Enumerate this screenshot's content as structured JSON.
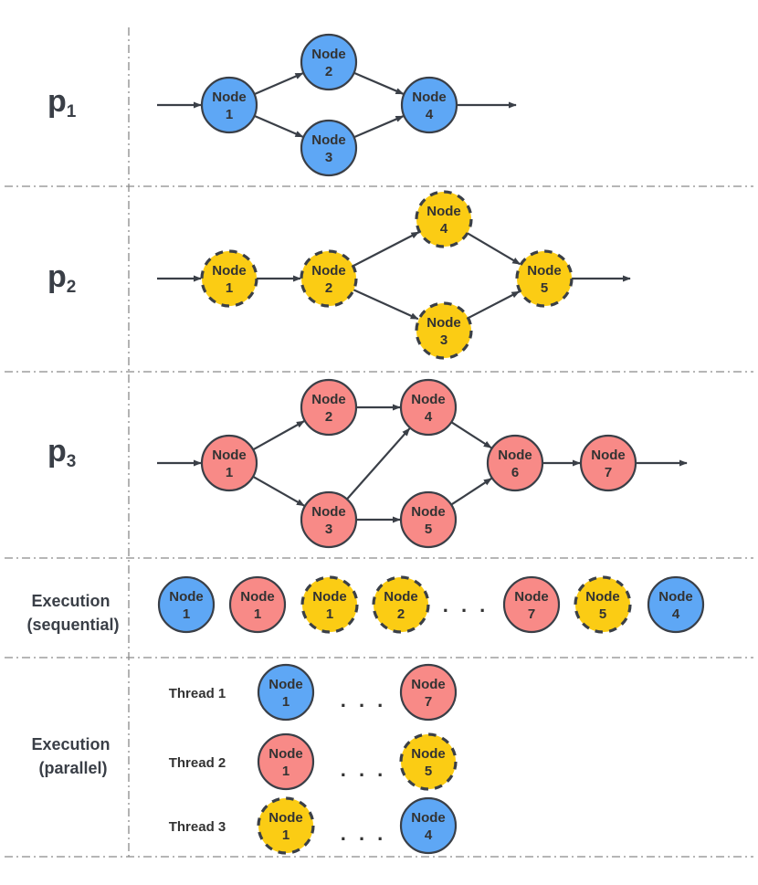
{
  "node_word": "Node",
  "colors": {
    "p1": "#5ea7f5",
    "p2": "#fbcc14",
    "p3": "#f88a87",
    "outline": "#3a3f47",
    "edge": "#3a3f47",
    "separator": "#8a8a8a"
  },
  "labels": {
    "p1": {
      "base": "p",
      "sub": "1"
    },
    "p2": {
      "base": "p",
      "sub": "2"
    },
    "p3": {
      "base": "p",
      "sub": "3"
    },
    "exec_seq": [
      "Execution",
      "(sequential)"
    ],
    "exec_par": [
      "Execution",
      "(parallel)"
    ]
  },
  "graphs": {
    "p1": {
      "nodes": [
        {
          "id": "1"
        },
        {
          "id": "2"
        },
        {
          "id": "3"
        },
        {
          "id": "4"
        }
      ],
      "edges": [
        [
          "1",
          "2"
        ],
        [
          "1",
          "3"
        ],
        [
          "2",
          "4"
        ],
        [
          "3",
          "4"
        ]
      ]
    },
    "p2": {
      "nodes": [
        {
          "id": "1"
        },
        {
          "id": "2"
        },
        {
          "id": "4"
        },
        {
          "id": "3"
        },
        {
          "id": "5"
        }
      ],
      "edges": [
        [
          "1",
          "2"
        ],
        [
          "2",
          "4"
        ],
        [
          "2",
          "3"
        ],
        [
          "4",
          "5"
        ],
        [
          "3",
          "5"
        ]
      ]
    },
    "p3": {
      "nodes": [
        {
          "id": "1"
        },
        {
          "id": "2"
        },
        {
          "id": "3"
        },
        {
          "id": "4"
        },
        {
          "id": "5"
        },
        {
          "id": "6"
        },
        {
          "id": "7"
        }
      ],
      "edges": [
        [
          "1",
          "2"
        ],
        [
          "1",
          "3"
        ],
        [
          "2",
          "4"
        ],
        [
          "3",
          "4"
        ],
        [
          "3",
          "5"
        ],
        [
          "4",
          "6"
        ],
        [
          "5",
          "6"
        ],
        [
          "6",
          "7"
        ]
      ]
    }
  },
  "sequential": {
    "items": [
      {
        "p": "p1",
        "id": "1"
      },
      {
        "p": "p3",
        "id": "1"
      },
      {
        "p": "p2",
        "id": "1"
      },
      {
        "p": "p2",
        "id": "2"
      },
      {
        "p": "p3",
        "id": "7"
      },
      {
        "p": "p2",
        "id": "5"
      },
      {
        "p": "p1",
        "id": "4"
      }
    ],
    "ellipsis": ". . ."
  },
  "parallel": {
    "threads": [
      {
        "label": "Thread 1",
        "first": {
          "p": "p1",
          "id": "1"
        },
        "last": {
          "p": "p3",
          "id": "7"
        }
      },
      {
        "label": "Thread 2",
        "first": {
          "p": "p3",
          "id": "1"
        },
        "last": {
          "p": "p2",
          "id": "5"
        }
      },
      {
        "label": "Thread 3",
        "first": {
          "p": "p2",
          "id": "1"
        },
        "last": {
          "p": "p1",
          "id": "4"
        }
      }
    ],
    "ellipsis": ". . ."
  }
}
